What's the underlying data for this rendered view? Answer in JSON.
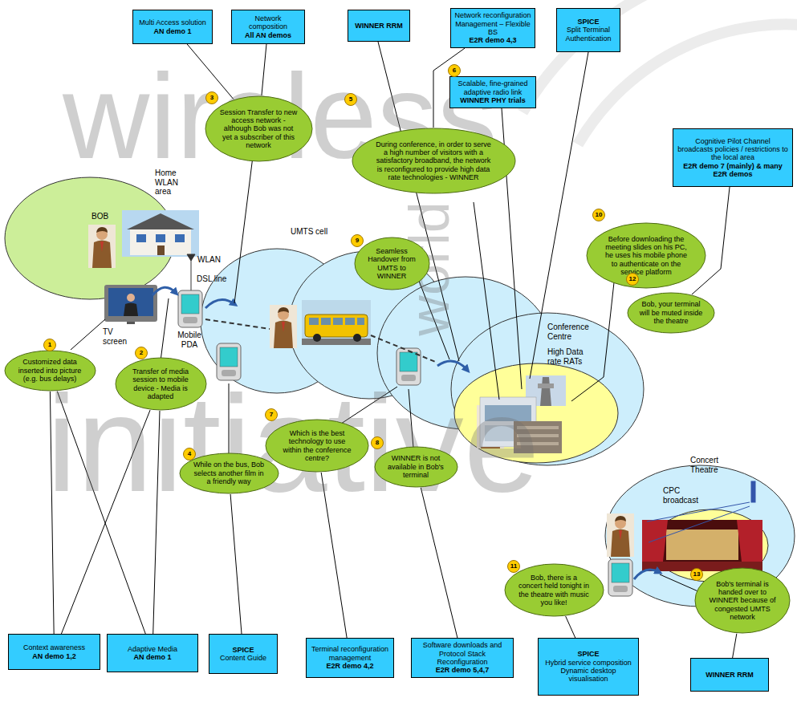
{
  "diagram": {
    "nodes": [
      {
        "text": [
          "Multi Access solution",
          "AN demo 1"
        ]
      },
      {
        "text": [
          "Network composition",
          "All AN demos"
        ]
      },
      {
        "text": [
          "WINNER RRM"
        ]
      },
      {
        "text": [
          "Network reconfiguration Management – Flexible BS",
          "E2R demo 4,3"
        ]
      },
      {
        "text": [
          "SPICE",
          "Split Terminal Authentication"
        ]
      },
      {
        "text": [
          "Scalable, fine-grained adaptive radio link",
          "WINNER PHY trials"
        ]
      },
      {
        "text": [
          "Cognitive Pilot Channel broadcasts policies / restrictions to the local area",
          "E2R demo 7 (mainly) & many E2R demos"
        ]
      },
      {
        "text": [
          "Customized data inserted into picture (e.g. bus delays)"
        ]
      },
      {
        "text": [
          "Transfer of media session to mobile device - Media is adapted"
        ]
      },
      {
        "text": [
          "Session Transfer to new access network - although Bob was not yet a subscriber of this network"
        ]
      },
      {
        "text": [
          "While on the bus, Bob selects another film in a friendly way"
        ]
      },
      {
        "text": [
          "During conference, in order to serve a high number of visitors with a satisfactory broadband, the network is reconfigured to provide high data rate technologies - WINNER"
        ]
      },
      {
        "text": [
          "Which is the best technology to use within the conference centre?"
        ]
      },
      {
        "text": [
          "WINNER is not available in Bob's terminal"
        ]
      },
      {
        "text": [
          "Seamless Handover from UMTS to WINNER"
        ]
      },
      {
        "text": [
          "Before downloading the meeting slides on his PC, he uses his mobile phone to authenticate on the service platform"
        ]
      },
      {
        "text": [
          "Bob, there is a concert held tonight in the theatre with music you like!"
        ]
      },
      {
        "text": [
          "Bob, your terminal will be muted inside the theatre"
        ]
      },
      {
        "text": [
          "Bob's terminal is handed over to WINNER because of congested UMTS network"
        ]
      },
      {
        "text": [
          "Context awareness",
          "AN demo 1,2"
        ]
      },
      {
        "text": [
          "Adaptive Media",
          "AN demo 1"
        ]
      },
      {
        "text": [
          "SPICE",
          "Content Guide"
        ]
      },
      {
        "text": [
          "Terminal reconfiguration management",
          "E2R demo 4,2"
        ]
      },
      {
        "text": [
          "Software downloads and Protocol Stack Reconfiguration",
          "E2R demo 5,4,7"
        ]
      },
      {
        "text": [
          "SPICE",
          "Hybrid service composition Dynamic desktop visualisation"
        ]
      },
      {
        "text": [
          "WINNER RRM"
        ]
      }
    ],
    "edges": [
      {
        "from": 0,
        "to": 9,
        "arrow": "none"
      },
      {
        "from": 1,
        "to": 9,
        "arrow": "none"
      },
      {
        "from": 3,
        "to": 11,
        "arrow": "none"
      },
      {
        "from": 6,
        "to": 17,
        "arrow": "none"
      },
      {
        "from": 19,
        "to": 7,
        "arrow": "none"
      },
      {
        "from": 19,
        "to": 8,
        "arrow": "none"
      },
      {
        "from": 20,
        "to": 7,
        "arrow": "none"
      },
      {
        "from": 20,
        "to": 8,
        "arrow": "none"
      },
      {
        "from": 21,
        "to": 10,
        "arrow": "none"
      },
      {
        "from": 22,
        "to": 12,
        "arrow": "none"
      },
      {
        "from": 23,
        "to": 13,
        "arrow": "none"
      },
      {
        "from": 24,
        "to": 16,
        "arrow": "none"
      },
      {
        "from": 25,
        "to": 18,
        "arrow": "none"
      }
    ],
    "labels": [
      "wireless",
      "world",
      "initiative",
      "1",
      "2",
      "3",
      "4",
      "5",
      "6",
      "7",
      "8",
      "9",
      "10",
      "11",
      "12",
      "13",
      "Home WLAN area",
      "BOB",
      "WLAN",
      "DSL line",
      "TV screen",
      "Mobile PDA",
      "UMTS cell",
      "Conference Centre",
      "High Data rate RATs",
      "Concert Theatre",
      "CPC broadcast"
    ]
  }
}
